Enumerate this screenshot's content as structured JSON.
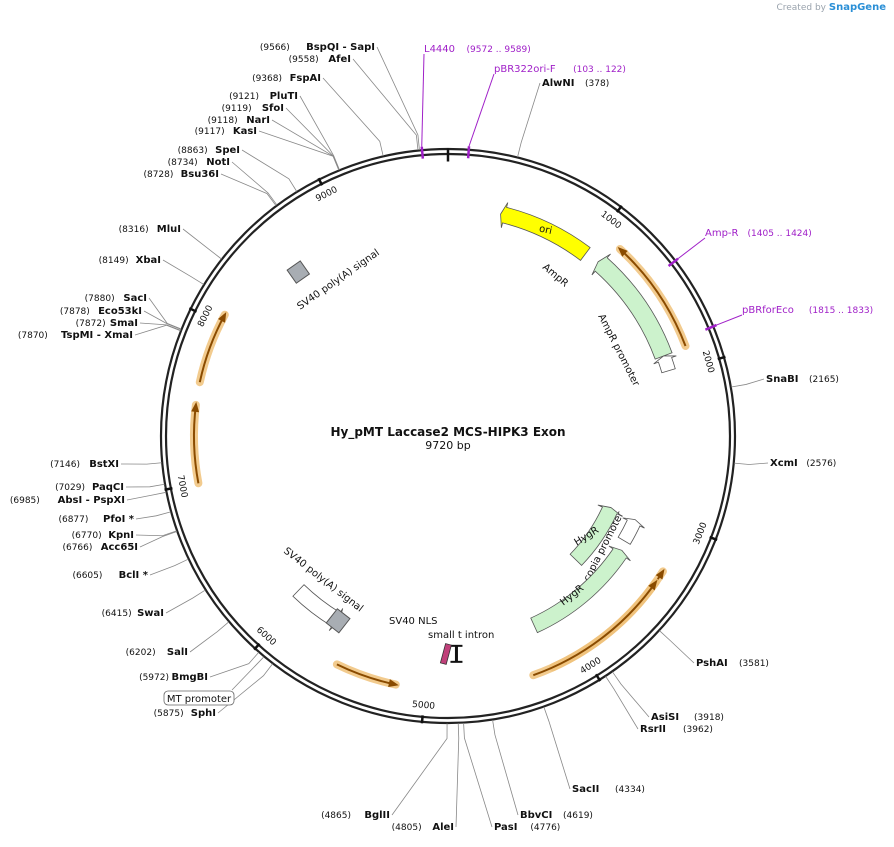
{
  "credit": {
    "prefix": "Created by",
    "brand": "SnapGene"
  },
  "plasmid": {
    "name": "Hy_pMT Laccase2 MCS-HIPK3 Exon",
    "length_label": "9720 bp",
    "length": 9720
  },
  "ticks": [
    {
      "pos": 1000,
      "label": "1000"
    },
    {
      "pos": 2000,
      "label": "2000"
    },
    {
      "pos": 3000,
      "label": "3000"
    },
    {
      "pos": 4000,
      "label": "4000"
    },
    {
      "pos": 5000,
      "label": "5000"
    },
    {
      "pos": 6000,
      "label": "6000"
    },
    {
      "pos": 7000,
      "label": "7000"
    },
    {
      "pos": 8000,
      "label": "8000"
    },
    {
      "pos": 9000,
      "label": "9000"
    }
  ],
  "sites": [
    {
      "name": "AlwNI",
      "pos_label": "(378)",
      "pos": 378
    },
    {
      "name": "SnaBI",
      "pos_label": "(2165)",
      "pos": 2165
    },
    {
      "name": "XcmI",
      "pos_label": "(2576)",
      "pos": 2576
    },
    {
      "name": "PshAI",
      "pos_label": "(3581)",
      "pos": 3581
    },
    {
      "name": "AsiSI",
      "pos_label": "(3918)",
      "pos": 3918
    },
    {
      "name": "RsrII",
      "pos_label": "(3962)",
      "pos": 3962
    },
    {
      "name": "SacII",
      "pos_label": "(4334)",
      "pos": 4334
    },
    {
      "name": "BbvCI",
      "pos_label": "(4619)",
      "pos": 4619
    },
    {
      "name": "PasI",
      "pos_label": "(4776)",
      "pos": 4776
    },
    {
      "name": "AleI",
      "pos_label": "(4805)",
      "pos": 4805
    },
    {
      "name": "BglII",
      "pos_label": "(4865)",
      "pos": 4865
    },
    {
      "name": "SphI",
      "pos_label": "(5875)",
      "pos": 5875
    },
    {
      "name": "BmgBI",
      "pos_label": "(5972)",
      "pos": 5972
    },
    {
      "name": "SalI",
      "pos_label": "(6202)",
      "pos": 6202
    },
    {
      "name": "SwaI",
      "pos_label": "(6415)",
      "pos": 6415
    },
    {
      "name": "BclI *",
      "pos_label": "(6605)",
      "pos": 6605
    },
    {
      "name": "Acc65I",
      "pos_label": "(6766)",
      "pos": 6766
    },
    {
      "name": "KpnI",
      "pos_label": "(6770)",
      "pos": 6770
    },
    {
      "name": "PfoI *",
      "pos_label": "(6877)",
      "pos": 6877
    },
    {
      "name": "AbsI - PspXI",
      "pos_label": "(6985)",
      "pos": 6985
    },
    {
      "name": "PaqCI",
      "pos_label": "(7029)",
      "pos": 7029
    },
    {
      "name": "BstXI",
      "pos_label": "(7146)",
      "pos": 7146
    },
    {
      "name": "TspMI - XmaI",
      "pos_label": "(7870)",
      "pos": 7870
    },
    {
      "name": "SmaI",
      "pos_label": "(7872)",
      "pos": 7872
    },
    {
      "name": "Eco53kI",
      "pos_label": "(7878)",
      "pos": 7878
    },
    {
      "name": "SacI",
      "pos_label": "(7880)",
      "pos": 7880
    },
    {
      "name": "XbaI",
      "pos_label": "(8149)",
      "pos": 8149
    },
    {
      "name": "MluI",
      "pos_label": "(8316)",
      "pos": 8316
    },
    {
      "name": "Bsu36I",
      "pos_label": "(8728)",
      "pos": 8728
    },
    {
      "name": "NotI",
      "pos_label": "(8734)",
      "pos": 8734
    },
    {
      "name": "SpeI",
      "pos_label": "(8863)",
      "pos": 8863
    },
    {
      "name": "KasI",
      "pos_label": "(9117)",
      "pos": 9117
    },
    {
      "name": "NarI",
      "pos_label": "(9118)",
      "pos": 9118
    },
    {
      "name": "SfoI",
      "pos_label": "(9119)",
      "pos": 9119
    },
    {
      "name": "PluTI",
      "pos_label": "(9121)",
      "pos": 9121
    },
    {
      "name": "FspAI",
      "pos_label": "(9368)",
      "pos": 9368
    },
    {
      "name": "AfeI",
      "pos_label": "(9558)",
      "pos": 9558
    },
    {
      "name": "BspQI - SapI",
      "pos_label": "(9566)",
      "pos": 9566
    }
  ],
  "primers": [
    {
      "name": "L4440",
      "range": "(9572 .. 9589)",
      "pos": 9580
    },
    {
      "name": "pBR322ori-F",
      "range": "(103 .. 122)",
      "pos": 112
    },
    {
      "name": "Amp-R",
      "range": "(1405 .. 1424)",
      "pos": 1414
    },
    {
      "name": "pBRforEco",
      "range": "(1815 .. 1833)",
      "pos": 1824
    }
  ],
  "features": [
    {
      "name": "ori",
      "start": 360,
      "end": 1000,
      "strand": -1,
      "color": "#ffff00",
      "kind": "origin"
    },
    {
      "name": "AmpR",
      "start": 1100,
      "end": 1880,
      "strand": -1,
      "color": "#ccf2cc",
      "kind": "cds"
    },
    {
      "name": "AmpR promoter",
      "start": 1880,
      "end": 1985,
      "strand": -1,
      "color": "#ffffff",
      "kind": "promoter"
    },
    {
      "name": "copia promoter",
      "start": 3080,
      "end": 3260,
      "strand": -1,
      "color": "#ffffff",
      "kind": "promoter"
    },
    {
      "name": "HygR",
      "start": 3070,
      "end": 3620,
      "strand": -1,
      "color": "#ccf2cc",
      "kind": "cds"
    },
    {
      "name": "HygR",
      "start": 3330,
      "end": 4200,
      "strand": -1,
      "color": "#ccf2cc",
      "kind": "cds"
    },
    {
      "name": "small t intron",
      "start": 4770,
      "end": 4830,
      "strand": 1,
      "color": "#ffffff",
      "kind": "intron"
    },
    {
      "name": "SV40 NLS",
      "start": 4860,
      "end": 4890,
      "strand": 1,
      "color": "#c0407a",
      "kind": "nls"
    },
    {
      "name": "SV40 poly(A) signal",
      "start": 5680,
      "end": 6050,
      "strand": -1,
      "color": "#ffffff",
      "kind": "polya"
    },
    {
      "name": "SV40 poly(A) signal",
      "start": 8530,
      "end": 8620,
      "strand": 1,
      "color": "#a8adb3",
      "kind": "polya-box"
    }
  ],
  "orfs": [
    {
      "start": 1150,
      "end": 1870,
      "strand": -1
    },
    {
      "start": 3300,
      "end": 4200,
      "strand": -1
    },
    {
      "start": 3380,
      "end": 4330,
      "strand": -1
    },
    {
      "start": 5180,
      "end": 5560,
      "strand": -1
    },
    {
      "start": 7000,
      "end": 7480,
      "strand": 1
    },
    {
      "start": 7620,
      "end": 8060,
      "strand": 1
    }
  ],
  "mt_promoter": {
    "label": "MT promoter",
    "pos": 5935
  }
}
